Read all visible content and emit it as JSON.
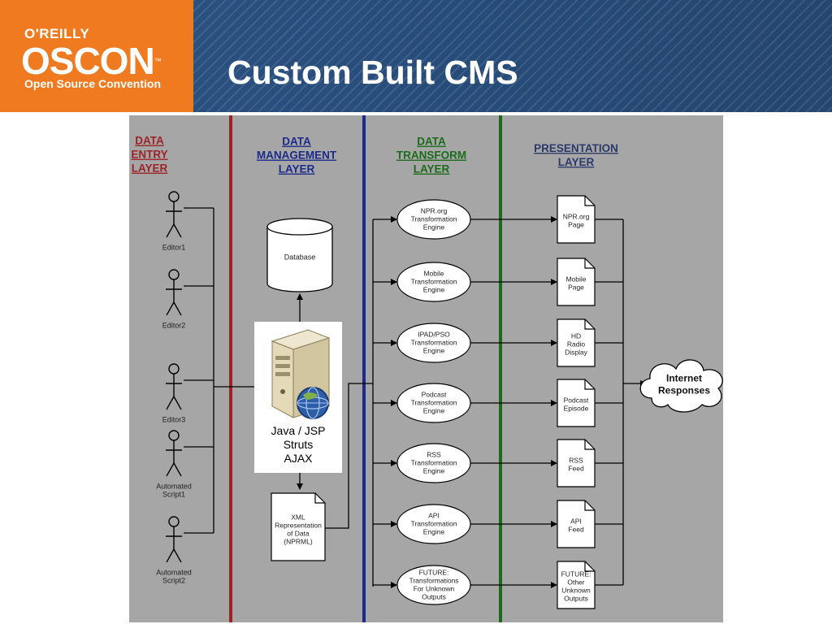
{
  "header": {
    "logo_publisher": "O'REILLY",
    "logo_name": "OSCON",
    "logo_tm": "™",
    "logo_subtitle": "Open Source Convention",
    "title": "Custom Built CMS"
  },
  "diagram": {
    "layers": {
      "entry": [
        "DATA",
        "ENTRY",
        "LAYER"
      ],
      "management": [
        "DATA",
        "MANAGEMENT",
        "LAYER"
      ],
      "transform": [
        "DATA",
        "TRANSFORM",
        "LAYER"
      ],
      "presentation": [
        "PRESENTATION",
        "LAYER"
      ]
    },
    "actors": [
      {
        "label": [
          "Editor1"
        ]
      },
      {
        "label": [
          "Editor2"
        ]
      },
      {
        "label": [
          "Editor3"
        ]
      },
      {
        "label": [
          "Automated",
          "Script1"
        ]
      },
      {
        "label": [
          "Automated",
          "Script2"
        ]
      }
    ],
    "database": {
      "label": "Database"
    },
    "server": {
      "lines": [
        "Java / JSP",
        "Struts",
        "AJAX"
      ]
    },
    "xml_doc": {
      "lines": [
        "XML",
        "Representation",
        "of Data",
        "(NPRML)"
      ]
    },
    "engines": [
      {
        "lines": [
          "NPR.org",
          "Transformation",
          "Engine"
        ]
      },
      {
        "lines": [
          "Mobile",
          "Transformation",
          "Engine"
        ]
      },
      {
        "lines": [
          "IPAD/PSO",
          "Transformation",
          "Engine"
        ]
      },
      {
        "lines": [
          "Podcast",
          "Transformation",
          "Engine"
        ]
      },
      {
        "lines": [
          "RSS",
          "Transformation",
          "Engine"
        ]
      },
      {
        "lines": [
          "API",
          "Transformation",
          "Engine"
        ]
      },
      {
        "lines": [
          "FUTURE:",
          "Transformations",
          "For Unknown",
          "Outputs"
        ]
      }
    ],
    "outputs": [
      {
        "lines": [
          "NPR.org",
          "Page"
        ]
      },
      {
        "lines": [
          "Mobile",
          "Page"
        ]
      },
      {
        "lines": [
          "HD",
          "Radio",
          "Display"
        ]
      },
      {
        "lines": [
          "Podcast",
          "Episode"
        ]
      },
      {
        "lines": [
          "RSS",
          "Feed"
        ]
      },
      {
        "lines": [
          "API",
          "Feed"
        ]
      },
      {
        "lines": [
          "FUTURE:",
          "Other",
          "Unknown",
          "Outputs"
        ]
      }
    ],
    "cloud": {
      "lines": [
        "Internet",
        "Responses"
      ]
    },
    "colors": {
      "entry": "#9b2327",
      "management": "#1c2b8a",
      "transform": "#1c6b1c",
      "presentation": "#2b3a6b"
    }
  }
}
